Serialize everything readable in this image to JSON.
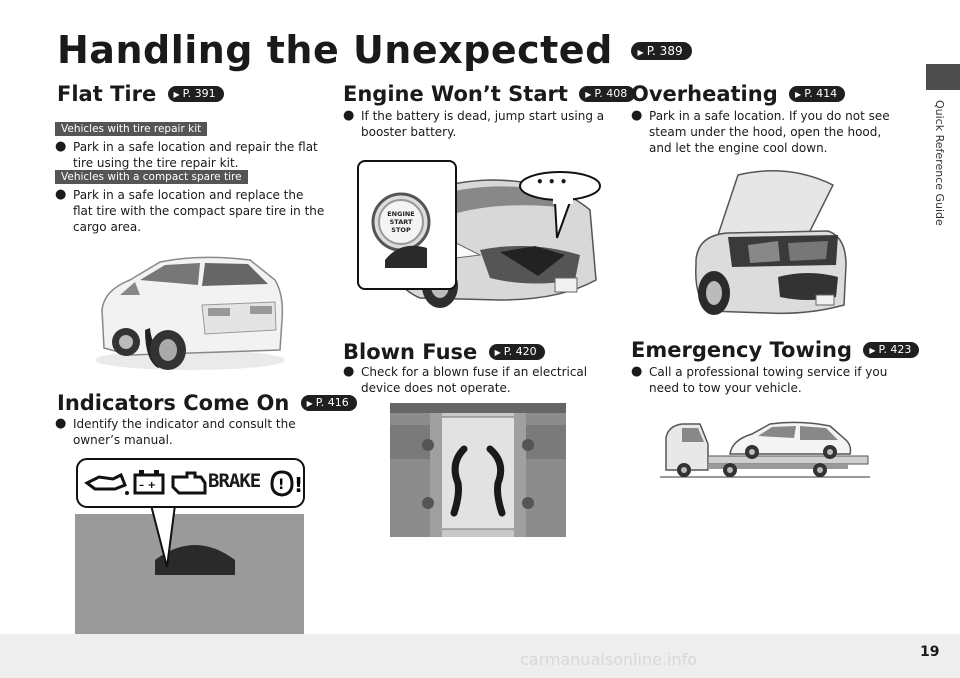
{
  "page": {
    "title": "Handling the Unexpected",
    "title_ref": "P. 389",
    "side_label": "Quick Reference Guide",
    "page_number": "19",
    "footer_watermark": "carmanualsonline.info"
  },
  "flat_tire": {
    "heading": "Flat Tire",
    "ref": "P. 391",
    "tag1": "Vehicles with tire repair kit",
    "bullet1_line1": "Park in a safe location and repair the flat",
    "bullet1_line2": "tire using the tire repair kit.",
    "tag2": "Vehicles with a compact spare tire",
    "bullet2_line1": "Park in a safe location and replace the",
    "bullet2_line2": "flat tire with the compact spare tire in the",
    "bullet2_line3": "cargo area."
  },
  "indicators": {
    "heading": "Indicators Come On",
    "ref": "P. 416",
    "bullet_line1": "Identify the indicator and consult the",
    "bullet_line2": "owner’s manual.",
    "brake_label": "BRAKE"
  },
  "engine": {
    "heading": "Engine Won’t Start",
    "ref": "P. 408",
    "bullet_line1": "If the battery is dead, jump start using a",
    "bullet_line2": "booster battery.",
    "button_line1": "ENGINE",
    "button_line2": "START",
    "button_line3": "STOP",
    "bubble": "• • •"
  },
  "blown_fuse": {
    "heading": "Blown Fuse",
    "ref": "P. 420",
    "bullet_line1": "Check for a blown fuse if an electrical",
    "bullet_line2": "device does not operate."
  },
  "overheating": {
    "heading": "Overheating",
    "ref": "P. 414",
    "bullet_line1": "Park in a safe location. If you do not see",
    "bullet_line2": "steam under the hood, open the hood,",
    "bullet_line3": "and let the engine cool down."
  },
  "towing": {
    "heading": "Emergency Towing",
    "ref": "P. 423",
    "bullet_line1": "Call a professional towing service if you",
    "bullet_line2": "need to tow your vehicle."
  }
}
